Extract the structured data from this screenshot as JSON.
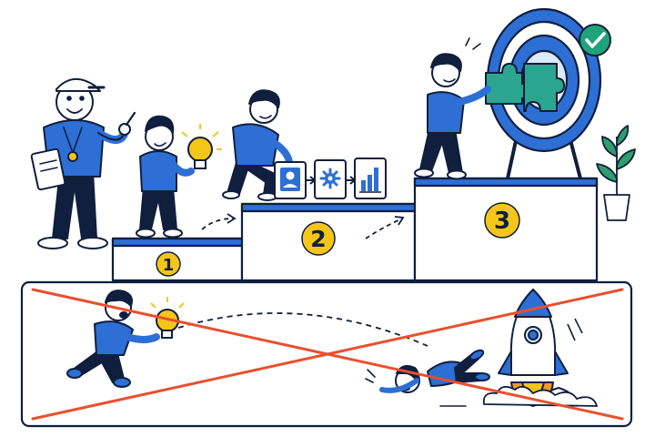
{
  "steps": [
    {
      "number": "1"
    },
    {
      "number": "2"
    },
    {
      "number": "3"
    }
  ],
  "colors": {
    "ink": "#0f1f3d",
    "primary_blue": "#2d6fd4",
    "light_blue": "#dce9fb",
    "badge_yellow": "#f5c518",
    "cross_red": "#e8502e",
    "check_green": "#1fa37a",
    "puzzle_teal": "#2aa58f",
    "plant_green": "#2e9e6b",
    "flame_orange": "#f59a23"
  },
  "icons": {
    "process_cards": [
      "user-icon",
      "gear-icon",
      "bar-chart-icon"
    ],
    "goal": "target-icon",
    "goal_badge": "checkmark-icon",
    "bad_path": "rocket-icon"
  }
}
